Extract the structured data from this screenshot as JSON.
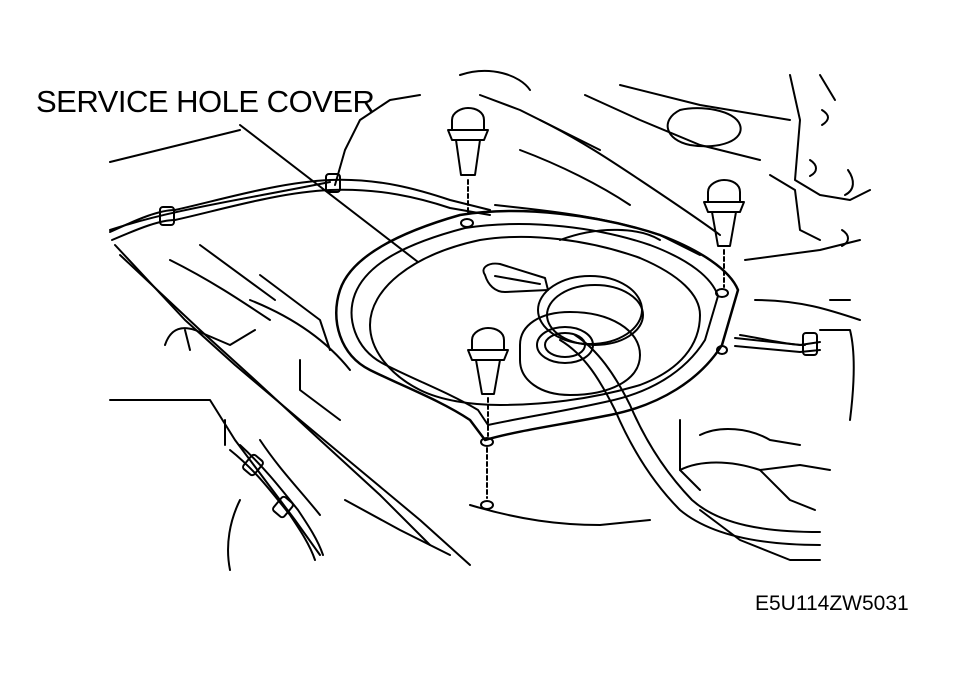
{
  "callout": {
    "label": "SERVICE HOLE COVER"
  },
  "figure": {
    "id": "E5U114ZW5031"
  },
  "illustration": {
    "subject": "service-hole-cover-with-clips",
    "line_color": "#000000",
    "background_color": "#ffffff"
  }
}
